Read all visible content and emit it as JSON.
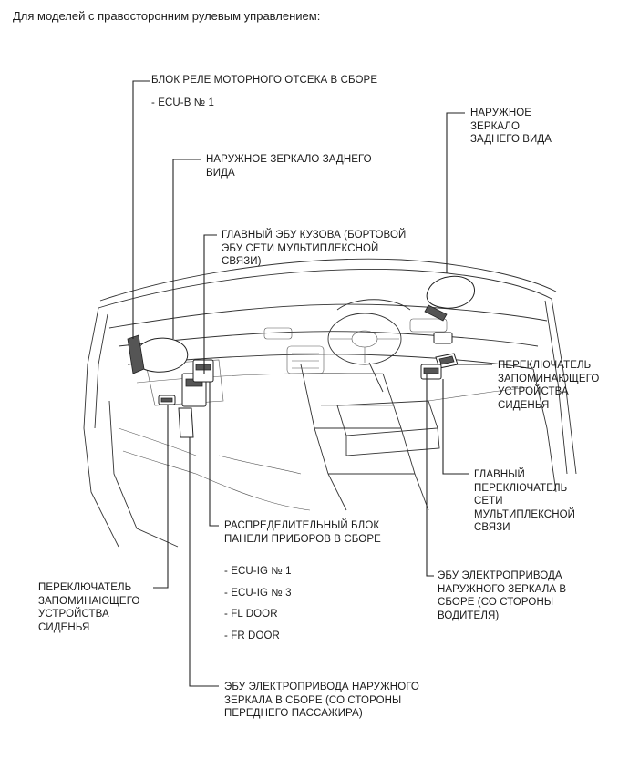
{
  "heading": "Для моделей с правосторонним рулевым управлением:",
  "callouts": {
    "relay_block": {
      "title": [
        "БЛОК РЕЛЕ МОТОРНОГО ОТСЕКА В СБОРЕ"
      ],
      "items": [
        "- ECU-B № 1"
      ]
    },
    "outer_mirror_left": {
      "title": [
        "НАРУЖНОЕ ЗЕРКАЛО ЗАДНЕГО",
        "ВИДА"
      ]
    },
    "main_body_ecu": {
      "title": [
        "ГЛАВНЫЙ ЭБУ КУЗОВА (БОРТОВОЙ",
        "ЭБУ СЕТИ МУЛЬТИПЛЕКСНОЙ",
        "СВЯЗИ)"
      ]
    },
    "outer_mirror_right": {
      "title": [
        "НАРУЖНОЕ",
        "ЗЕРКАЛО",
        "ЗАДНЕГО ВИДА"
      ]
    },
    "seat_memory_switch_right": {
      "title": [
        "ПЕРЕКЛЮЧАТЕЛЬ",
        "ЗАПОМИНАЮЩЕГО",
        "УСТРОЙСТВА",
        "СИДЕНЬЯ"
      ]
    },
    "multiplex_master_switch": {
      "title": [
        "ГЛАВНЫЙ",
        "ПЕРЕКЛЮЧАТЕЛЬ",
        "СЕТИ",
        "МУЛЬТИПЛЕКСНОЙ",
        "СВЯЗИ"
      ]
    },
    "instrument_panel_junction_block": {
      "title": [
        "РАСПРЕДЕЛИТЕЛЬНЫЙ БЛОК",
        "ПАНЕЛИ ПРИБОРОВ В СБОРЕ"
      ],
      "items": [
        "- ECU-IG № 1",
        "- ECU-IG № 3",
        "- FL DOOR",
        "- FR DOOR"
      ]
    },
    "seat_memory_switch_left": {
      "title": [
        "ПЕРЕКЛЮЧАТЕЛЬ",
        "ЗАПОМИНАЮЩЕГО",
        "УСТРОЙСТВА",
        "СИДЕНЬЯ"
      ]
    },
    "mirror_ecu_driver": {
      "title": [
        "ЭБУ ЭЛЕКТРОПРИВОДА",
        "НАРУЖНОГО ЗЕРКАЛА В",
        "СБОРЕ (СО СТОРОНЫ",
        "ВОДИТЕЛЯ)"
      ]
    },
    "mirror_ecu_passenger": {
      "title": [
        "ЭБУ ЭЛЕКТРОПРИВОДА НАРУЖНОГО",
        "ЗЕРКАЛА В СБОРЕ (СО СТОРОНЫ",
        "ПЕРЕДНЕГО ПАССАЖИРА)"
      ]
    }
  }
}
